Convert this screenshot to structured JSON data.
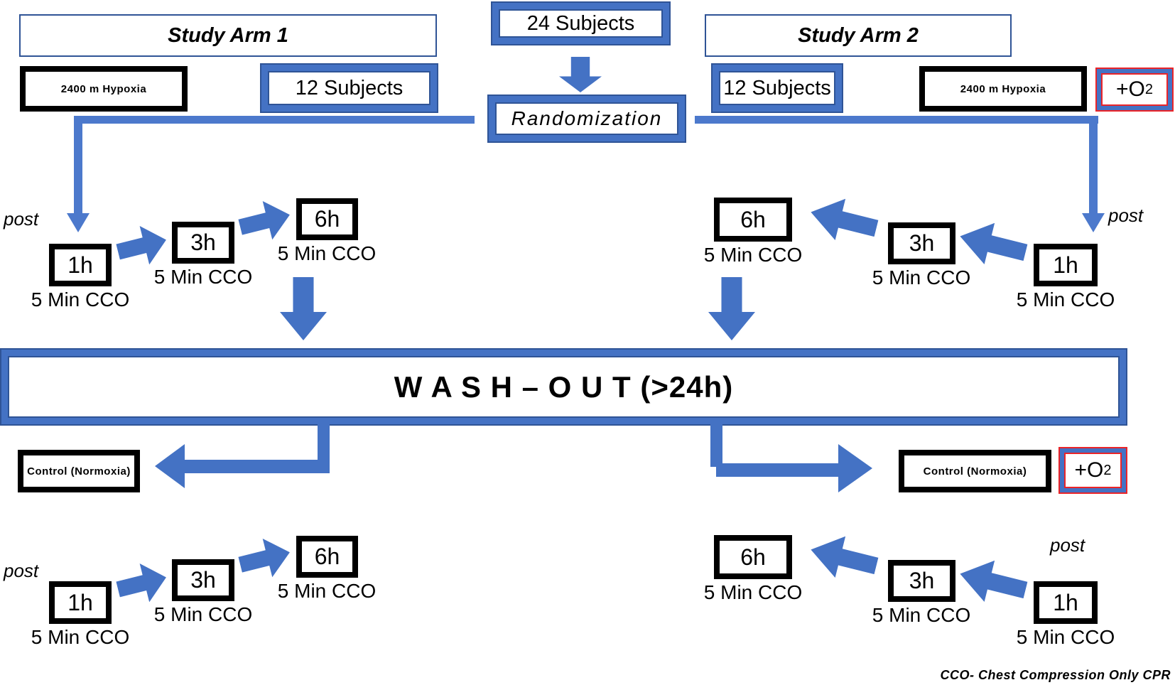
{
  "figure": {
    "arm1_title": "Study Arm 1",
    "arm2_title": "Study Arm 2",
    "total_subjects": "24 Subjects",
    "arm_subjects": "12 Subjects",
    "hypoxia": "2400 m Hypoxia",
    "oxygen_base": "+O",
    "oxygen_sub": "2",
    "randomization": "Randomization",
    "post": "post",
    "t1": "1h",
    "t3": "3h",
    "t6": "6h",
    "cco": "5 Min CCO",
    "washout": "W A S H – O U T (>24h)",
    "control": "Control (Normoxia)",
    "footnote": "CCO- Chest Compression Only CPR"
  },
  "colors": {
    "accent_blue": "#4472C4",
    "edge_blue": "#2F5496",
    "box_black": "#000000",
    "highlight_red": "#EB2428"
  }
}
